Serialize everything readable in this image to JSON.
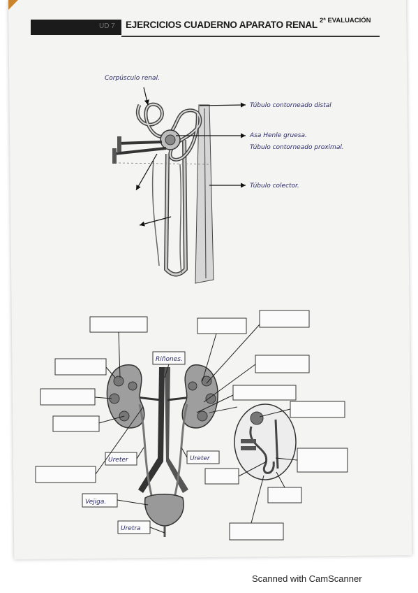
{
  "header": {
    "unit": "UD 7",
    "title": "EJERCICIOS CUADERNO APARATO RENAL",
    "subtitle": "2ª EVALUACIÓN"
  },
  "nephron_labels": {
    "corpusculo": "Corpúsculo renal.",
    "distal": "Túbulo contorneado distal",
    "asa": "Asa Henle gruesa.",
    "proximal": "Túbulo contorneado proximal.",
    "colector": "Túbulo colector."
  },
  "system_labels": {
    "rinones": "Riñones.",
    "ureter_left": "Ureter",
    "ureter_right": "Ureter",
    "vejiga": "Vejiga.",
    "uretra": "Uretra"
  },
  "footer": {
    "scanner": "Scanned with CamScanner"
  },
  "colors": {
    "ink": "#2a2a66",
    "header_bar": "#1b1b1b",
    "paper": "#f4f4f2",
    "corner": "#c9842b"
  }
}
